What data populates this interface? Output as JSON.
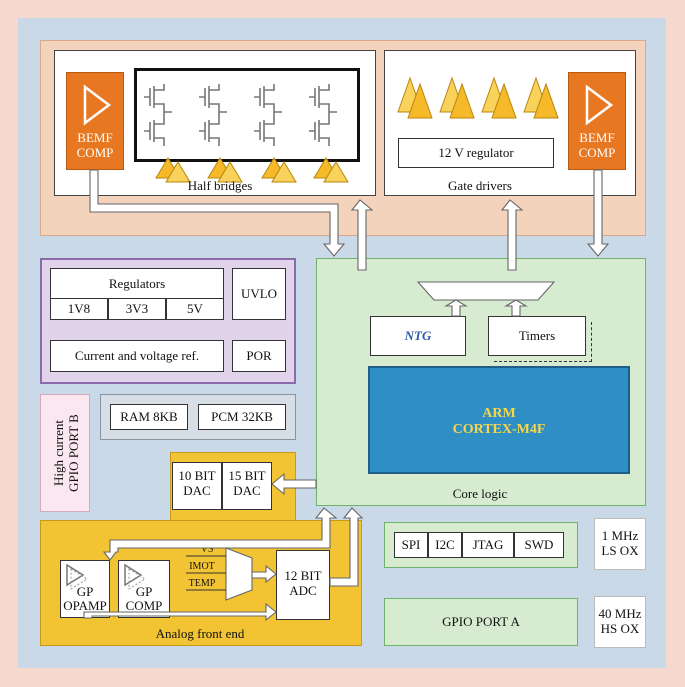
{
  "power_stage": {
    "bemf_left": [
      "BEMF",
      "COMP"
    ],
    "half_bridges_label": "Half bridges",
    "bemf_right": [
      "BEMF",
      "COMP"
    ],
    "regulator_12v": "12 V regulator",
    "gate_drivers_label": "Gate drivers"
  },
  "power_mgmt": {
    "regulators": "Regulators",
    "rail_1v8": "1V8",
    "rail_3v3": "3V3",
    "rail_5v": "5V",
    "uvlo": "UVLO",
    "current_voltage_ref": "Current and voltage ref.",
    "por": "POR"
  },
  "memory": {
    "ram": "RAM 8KB",
    "pcm": "PCM 32KB"
  },
  "gpio_b": {
    "line1": "High current",
    "line2": "GPIO PORT  B"
  },
  "core": {
    "ntg": "NTG",
    "timers": "Timers",
    "arm_line1": "ARM",
    "arm_line2": "CORTEX-M4F",
    "core_logic": "Core logic"
  },
  "dacs": {
    "dac10": [
      "10 BIT",
      "DAC"
    ],
    "dac15": [
      "15 BIT",
      "DAC"
    ]
  },
  "afe": {
    "gp_opamp": [
      "GP",
      "OPAMP"
    ],
    "gp_comp": [
      "GP",
      "COMP"
    ],
    "vs": "VS",
    "imot": "IMOT",
    "temp": "TEMP",
    "adc": [
      "12 BIT",
      "ADC"
    ],
    "label": "Analog front end"
  },
  "interfaces": {
    "spi": "SPI",
    "i2c": "I2C",
    "jtag": "JTAG",
    "swd": "SWD",
    "gpio_a": "GPIO PORT A"
  },
  "oscillators": {
    "ls": [
      "1 MHz",
      "LS OX"
    ],
    "hs": [
      "40 MHz",
      "HS OX"
    ]
  },
  "colors": {
    "frame": "#f6d9ce",
    "backdrop": "#c9d9e8",
    "power_stage": "#f4d3bd",
    "power_mgmt": "#e0d3ea",
    "core_logic": "#d6ebcf",
    "arm": "#2f8fc4",
    "afe": "#f2c433",
    "bemf": "#e87722"
  }
}
